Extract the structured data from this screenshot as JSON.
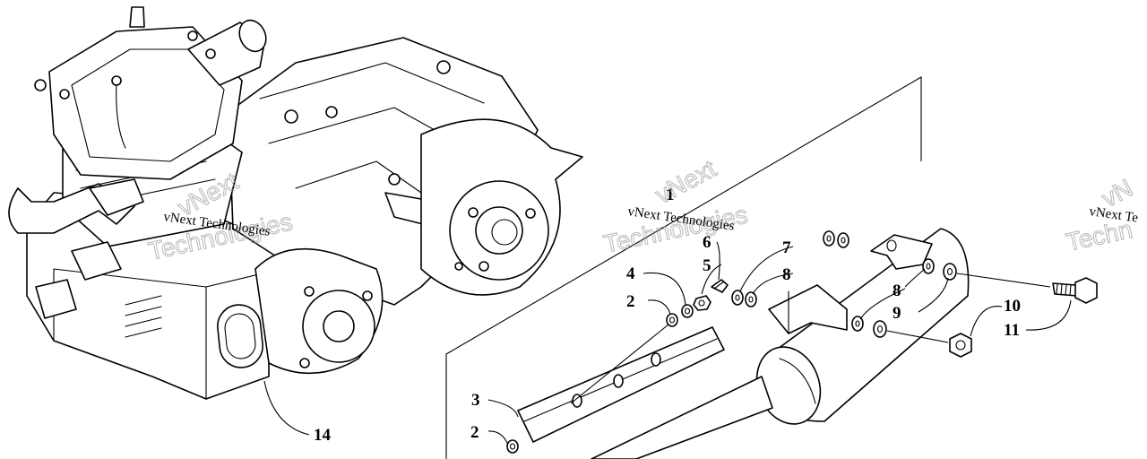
{
  "watermarks": {
    "line": "vNext Technologies",
    "word_next": "vNext",
    "word_tech": "Technologies",
    "line_clipped": "vNext Te",
    "tech_clipped": "Techn",
    "next_clipped": "vN"
  },
  "callouts": {
    "c1": "1",
    "c2a": "2",
    "c2b": "2",
    "c3": "3",
    "c4": "4",
    "c5": "5",
    "c6": "6",
    "c7": "7",
    "c8a": "8",
    "c8b": "8",
    "c9": "9",
    "c10": "10",
    "c11": "11",
    "c14": "14"
  }
}
